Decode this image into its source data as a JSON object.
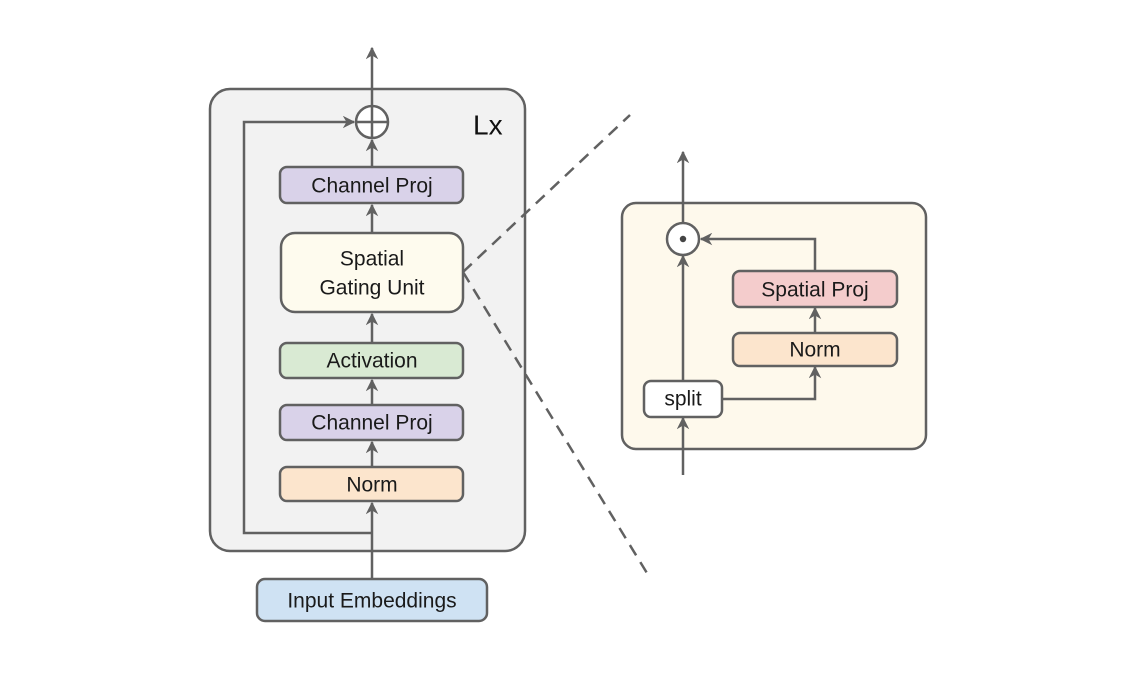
{
  "title": "gMLP block architecture",
  "colors": {
    "stroke": "#616161",
    "outer_block_fill": "#f2f2f2",
    "sgu_panel_fill": "#fef9ec",
    "channel_proj": "#d9d2e9",
    "spatial_gating_unit": "#fefbee",
    "activation": "#d9ead3",
    "norm": "#fce5cd",
    "input_embeddings": "#cfe2f3",
    "spatial_proj": "#f4cccc",
    "split": "#ffffff"
  },
  "left_block": {
    "repeat_label": "Lx",
    "add_symbol": "add",
    "nodes": [
      {
        "id": "channel_proj_top",
        "label": "Channel Proj"
      },
      {
        "id": "sgu",
        "label_line1": "Spatial",
        "label_line2": "Gating Unit"
      },
      {
        "id": "activation",
        "label": "Activation"
      },
      {
        "id": "channel_proj_bottom",
        "label": "Channel Proj"
      },
      {
        "id": "norm",
        "label": "Norm"
      }
    ],
    "input": {
      "label": "Input Embeddings"
    }
  },
  "right_panel": {
    "title": "Spatial Gating Unit detail",
    "multiply_symbol": "elementwise-multiply",
    "nodes": [
      {
        "id": "spatial_proj",
        "label": "Spatial Proj"
      },
      {
        "id": "norm",
        "label": "Norm"
      },
      {
        "id": "split",
        "label": "split"
      }
    ]
  }
}
